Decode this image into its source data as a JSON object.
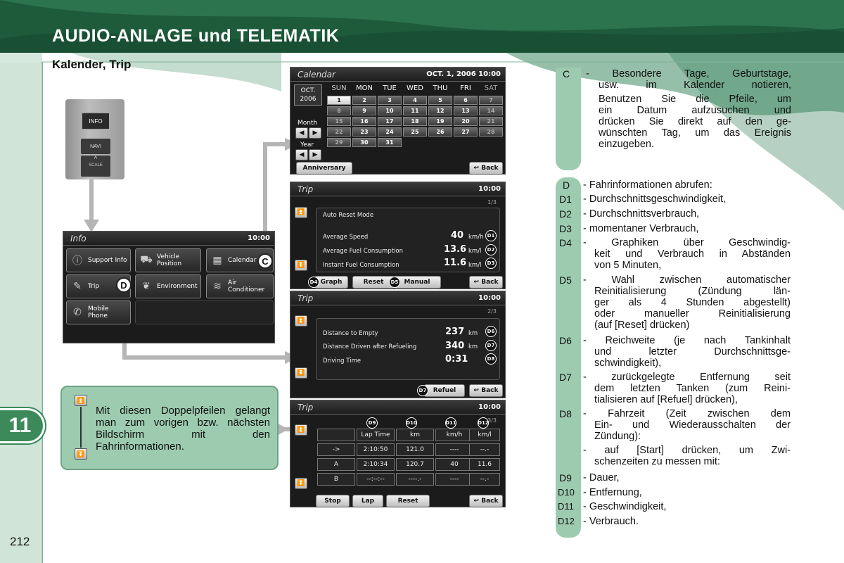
{
  "header": {
    "title": "AUDIO-ANLAGE und TELEMATIK",
    "section": "Kalender, Trip"
  },
  "page": {
    "number": "212",
    "chapter": "11"
  },
  "colors": {
    "green": "#3c8a5a",
    "note_bg": "#9ccbb0",
    "dark_green": "#1e5b3b"
  },
  "dashboard": {
    "info": "INFO",
    "navi": "NAVI",
    "scale": "SCALE"
  },
  "info_screen": {
    "title": "Info",
    "time": "10:00",
    "buttons": [
      {
        "label": "Support Info",
        "icon": "info-icon"
      },
      {
        "label": "Vehicle Position",
        "icon": "car-icon"
      },
      {
        "label": "Calendar",
        "icon": "calendar-icon"
      },
      {
        "label": "Trip",
        "icon": "trip-icon"
      },
      {
        "label": "Environment",
        "icon": "leaf-icon"
      },
      {
        "label": "Air Conditioner",
        "icon": "fan-icon"
      },
      {
        "label": "Mobile Phone",
        "icon": "phone-icon"
      }
    ],
    "callout_c": "C",
    "callout_d": "D"
  },
  "calendar_screen": {
    "title": "Calendar",
    "datetime": "OCT.  1, 2006 10:00",
    "month_label": "OCT.",
    "year_label": "2006",
    "month_btn": "Month",
    "year_btn": "Year",
    "weekdays": [
      "SUN",
      "MON",
      "TUE",
      "WED",
      "THU",
      "FRI",
      "SAT"
    ],
    "weeks": [
      [
        "1",
        "2",
        "3",
        "4",
        "5",
        "6",
        "7"
      ],
      [
        "8",
        "9",
        "10",
        "11",
        "12",
        "13",
        "14"
      ],
      [
        "15",
        "16",
        "17",
        "18",
        "19",
        "20",
        "21"
      ],
      [
        "22",
        "23",
        "24",
        "25",
        "26",
        "27",
        "28"
      ],
      [
        "29",
        "30",
        "31",
        "",
        "",
        "",
        ""
      ]
    ],
    "anniversary": "Anniversary",
    "back": "Back"
  },
  "trip1": {
    "title": "Trip",
    "time": "10:00",
    "page": "1/3",
    "auto_reset": "Auto Reset Mode",
    "rows": [
      {
        "label": "Average Speed",
        "value": "40",
        "unit": "km/h",
        "code": "D1"
      },
      {
        "label": "Average Fuel Consumption",
        "value": "13.6",
        "unit": "km/l",
        "code": "D2"
      },
      {
        "label": "Instant Fuel Consumption",
        "value": "11.6",
        "unit": "km/l",
        "code": "D3"
      }
    ],
    "graph": "Graph",
    "reset": "Reset",
    "manual": "Manual",
    "back": "Back",
    "code_graph": "D4",
    "code_manual": "D5"
  },
  "trip2": {
    "title": "Trip",
    "time": "10:00",
    "page": "2/3",
    "rows": [
      {
        "label": "Distance to Empty",
        "value": "237",
        "unit": "km",
        "code": "D6"
      },
      {
        "label": "Distance Driven after Refueling",
        "value": "340",
        "unit": "km",
        "code": "D7"
      },
      {
        "label": "Driving Time",
        "value": "0:31",
        "unit": "",
        "code": "D8"
      }
    ],
    "refuel": "Refuel",
    "back": "Back",
    "code_refuel": "D7"
  },
  "trip3": {
    "title": "Trip",
    "time": "10:00",
    "page": "3/3",
    "headers": [
      "Lap Time",
      "km",
      "km/h",
      "km/l"
    ],
    "header_codes": [
      "D9",
      "D10",
      "D11",
      "D12"
    ],
    "rows": [
      {
        "label": "->",
        "cells": [
          "2:10:50",
          "121.0",
          "----",
          "--.-"
        ]
      },
      {
        "label": "A",
        "cells": [
          "2:10:34",
          "120.7",
          "40",
          "11.6"
        ]
      },
      {
        "label": "B",
        "cells": [
          "--:--:--",
          "----.-",
          "----",
          "--.-"
        ]
      }
    ],
    "stop": "Stop",
    "lap": "Lap",
    "reset": "Reset",
    "back": "Back"
  },
  "note": {
    "text": "Mit diesen Doppelpfeilen gelangt man zum vorigen bzw. nächsten Bildschirm mit den Fahrinformationen."
  },
  "descriptions": [
    {
      "code": "C",
      "lines": [
        "-  Besondere Tage, Geburtstage,",
        "usw. im Kalender notieren,",
        "Benutzen Sie die Pfeile, um",
        "ein Datum aufzusuchen und",
        "drücken Sie direkt auf den ge-",
        "wünschten Tag, um das Ereignis",
        "einzugeben."
      ]
    },
    {
      "code": "D",
      "lines": [
        "- Fahrinformationen abrufen:"
      ]
    },
    {
      "code": "D1",
      "lines": [
        "- Durchschnittsgeschwindigkeit,"
      ]
    },
    {
      "code": "D2",
      "lines": [
        "- Durchschnittsverbrauch,"
      ]
    },
    {
      "code": "D3",
      "lines": [
        "- momentaner Verbrauch,"
      ]
    },
    {
      "code": "D4",
      "lines": [
        "- Graphiken über Geschwindig-",
        "keit und Verbrauch in Abständen",
        "von 5 Minuten,"
      ]
    },
    {
      "code": "D5",
      "lines": [
        "- Wahl zwischen automatischer",
        "Reinitialisierung (Zündung län-",
        "ger als 4 Stunden abgestellt)",
        "oder manueller Reinitialisierung",
        "(auf [Reset] drücken)"
      ]
    },
    {
      "code": "D6",
      "lines": [
        "- Reichweite (je nach Tankinhalt",
        "und letzter Durchschnittsge-",
        "schwindigkeit),"
      ]
    },
    {
      "code": "D7",
      "lines": [
        "- zurückgelegte Entfernung seit",
        "dem letzten Tanken (zum Reini-",
        "tialisieren auf [Refuel] drücken),"
      ]
    },
    {
      "code": "D8",
      "lines": [
        "- Fahrzeit (Zeit zwischen dem",
        "Ein- und Wiederausschalten der",
        "Zündung):",
        "- auf [Start] drücken, um Zwi-",
        "schenzeiten zu messen mit:"
      ]
    },
    {
      "code": "D9",
      "lines": [
        "- Dauer,"
      ]
    },
    {
      "code": "D10",
      "lines": [
        "- Entfernung,"
      ]
    },
    {
      "code": "D11",
      "lines": [
        "- Geschwindigkeit,"
      ]
    },
    {
      "code": "D12",
      "lines": [
        "- Verbrauch."
      ]
    }
  ]
}
